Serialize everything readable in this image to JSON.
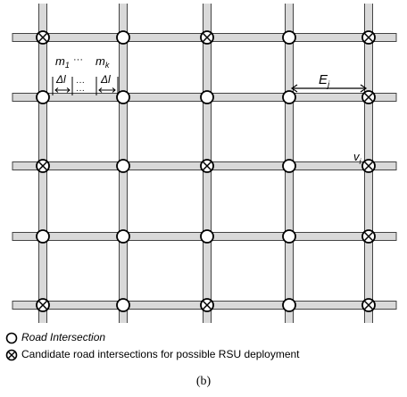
{
  "edge_label": "E",
  "edge_label_sub": "j",
  "vertex_label": "v",
  "vertex_label_sub": "i",
  "m1_label": "m",
  "m1_sub": "1",
  "mk_label": "m",
  "mk_sub": "k",
  "ellipsis": "···",
  "delta_label": "Δl",
  "legend": {
    "road_intersection": "Road Intersection",
    "candidate": "Candidate road intersections for possible RSU deployment"
  },
  "caption": "(b)",
  "grid": {
    "rows": 5,
    "cols": 5,
    "candidate_cells": [
      [
        0,
        0
      ],
      [
        0,
        2
      ],
      [
        0,
        4
      ],
      [
        1,
        4
      ],
      [
        2,
        0
      ],
      [
        2,
        2
      ],
      [
        2,
        4
      ],
      [
        3,
        4
      ],
      [
        4,
        0
      ],
      [
        4,
        2
      ],
      [
        4,
        4
      ]
    ]
  },
  "colors": {
    "road_fill": "#d9d9d9",
    "road_edge": "#444444",
    "node_stroke": "#000000"
  }
}
